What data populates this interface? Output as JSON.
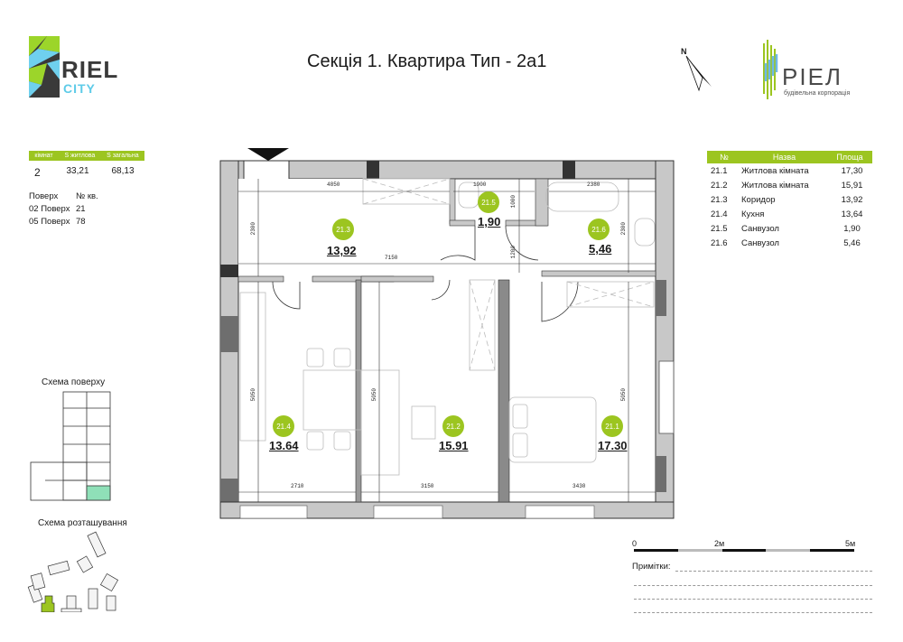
{
  "header": {
    "brand_left": {
      "name": "RIEL",
      "sub": "CITY"
    },
    "title": "Секція 1. Квартира Тип - 2а1",
    "compass_label": "N",
    "brand_right": {
      "name": "РІЕЛ",
      "sub": "будівельна корпорація"
    }
  },
  "summary": {
    "headers": [
      "кімнат",
      "S житлова",
      "S загальна"
    ],
    "values": [
      "2",
      "33,21",
      "68,13"
    ],
    "floor_header": [
      "Поверх",
      "№ кв."
    ],
    "floors": [
      {
        "floor": "02 Поверх",
        "apt": "21"
      },
      {
        "floor": "05 Поверх",
        "apt": "78"
      }
    ]
  },
  "rooms_table": {
    "headers": [
      "№",
      "Назва",
      "Площа"
    ],
    "rows": [
      {
        "id": "21.1",
        "name": "Житлова кімната",
        "area": "17,30"
      },
      {
        "id": "21.2",
        "name": "Житлова кімната",
        "area": "15,91"
      },
      {
        "id": "21.3",
        "name": "Коридор",
        "area": "13,92"
      },
      {
        "id": "21.4",
        "name": "Кухня",
        "area": "13,64"
      },
      {
        "id": "21.5",
        "name": "Санвузол",
        "area": "1,90"
      },
      {
        "id": "21.6",
        "name": "Санвузол",
        "area": "5,46"
      }
    ]
  },
  "plan": {
    "rooms": [
      {
        "id": "21.3",
        "area": "13,92"
      },
      {
        "id": "21.5",
        "area": "1,90"
      },
      {
        "id": "21.6",
        "area": "5,46"
      },
      {
        "id": "21.4",
        "area": "13.64"
      },
      {
        "id": "21.2",
        "area": "15.91"
      },
      {
        "id": "21.1",
        "area": "17.30"
      }
    ],
    "dimensions": {
      "corridor_top": "4850",
      "corridor_full": "7150",
      "corridor_height": "2300",
      "wc_width": "1900",
      "wc_height": "1000",
      "wc_door": "1200",
      "bath_width": "2380",
      "bath_height": "2300",
      "kitchen_width": "2710",
      "kitchen_height": "5050",
      "living_width": "3150",
      "living_height": "5050",
      "bedroom_width": "3430",
      "bedroom_height": "5050"
    }
  },
  "schemes": {
    "floor_title": "Схема поверху",
    "location_title": "Схема розташування"
  },
  "scale": {
    "labels": [
      "0",
      "2м",
      "5м"
    ]
  },
  "notes": {
    "label": "Примітки:"
  },
  "colors": {
    "accent": "#9cc520",
    "highlight": "#8fe0b8",
    "wall": "#c8c8c8",
    "wall_dark": "#6e6e6e"
  }
}
